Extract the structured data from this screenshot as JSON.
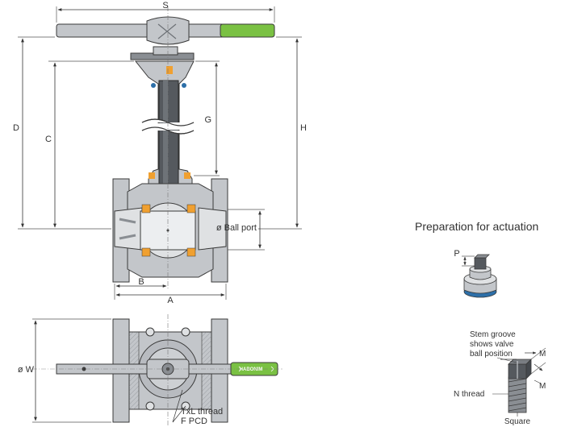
{
  "dimensions": {
    "s": "S",
    "d": "D",
    "c": "C",
    "g": "G",
    "h": "H",
    "ball_port": "ø Ball port",
    "b": "B",
    "a": "A",
    "w": "ø W",
    "txl_thread": "TxL thread",
    "f_pcd": "F PCD"
  },
  "actuation": {
    "title": "Preparation for actuation",
    "p": "P",
    "stem_groove_line1": "Stem groove",
    "stem_groove_line2": "shows valve",
    "stem_groove_line3": "ball position",
    "m_top": "M",
    "m_bottom": "M",
    "n_thread": "N thread",
    "square": "Square"
  },
  "logo": {
    "text": "HABONIM"
  },
  "colors": {
    "steel": "#c3c6ca",
    "steel_dark": "#8a8e93",
    "steel_light": "#dfe1e3",
    "handle_green": "#7ac143",
    "outline": "#3a3a3a",
    "seat_orange": "#f0a030",
    "seal_blue": "#2d6fa8"
  }
}
